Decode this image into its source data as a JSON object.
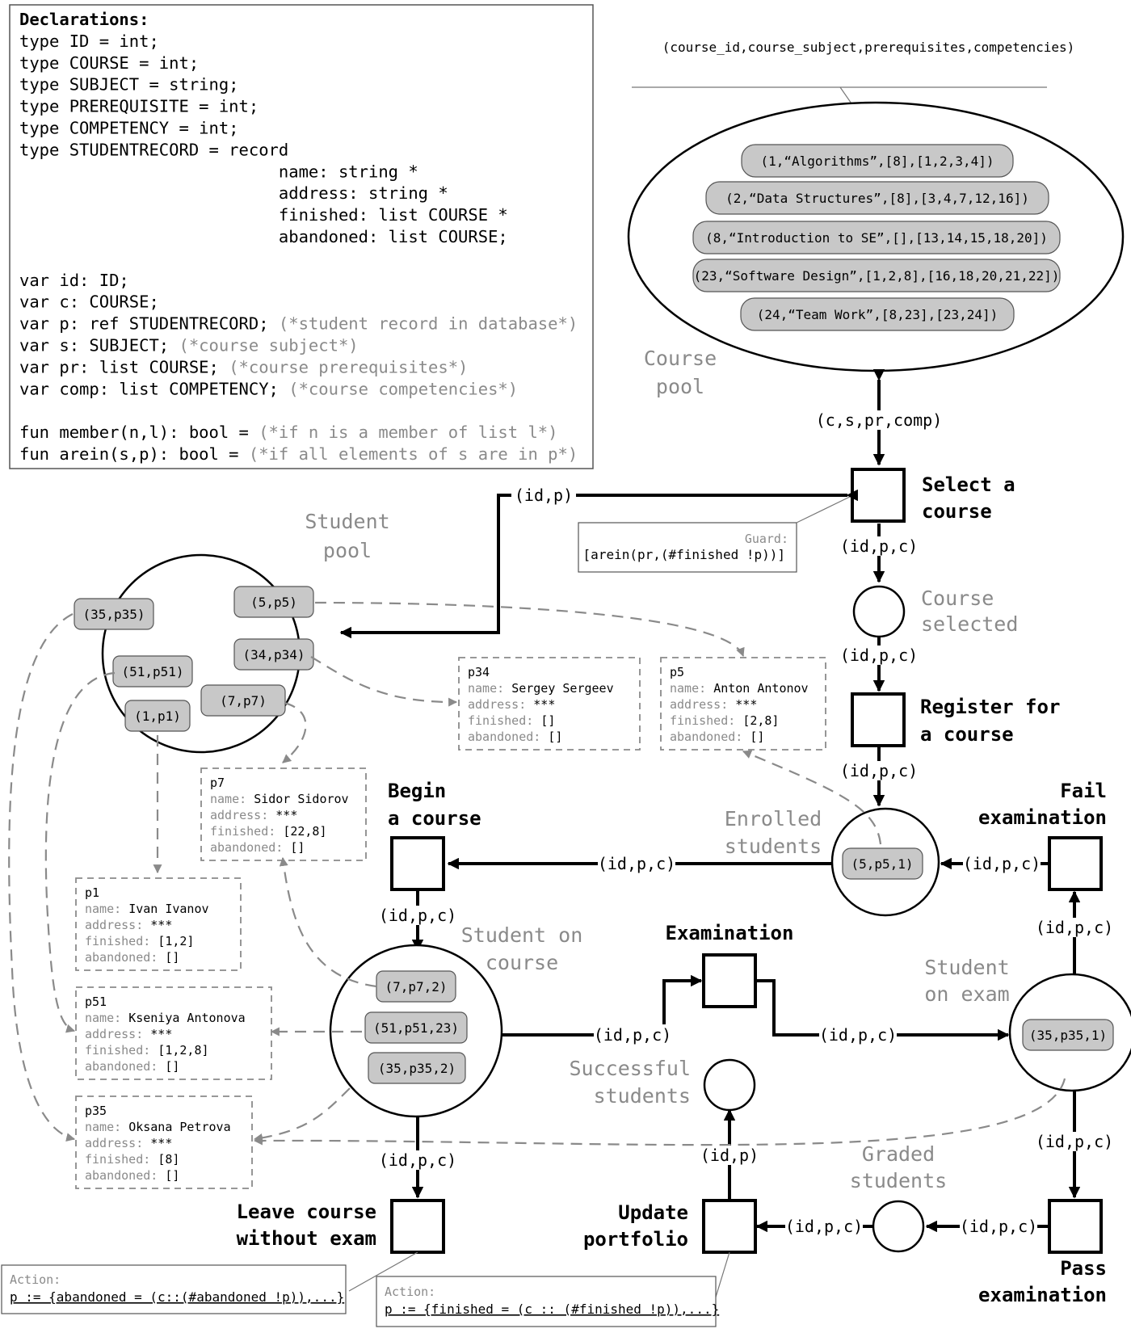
{
  "declarations": {
    "lines": [
      {
        "code": "Declarations:",
        "comment": ""
      },
      {
        "code": "type ID = int;",
        "comment": ""
      },
      {
        "code": "type COURSE = int;",
        "comment": ""
      },
      {
        "code": "type SUBJECT = string;",
        "comment": ""
      },
      {
        "code": "type PREREQUISITE = int;",
        "comment": ""
      },
      {
        "code": "type COMPETENCY = int;",
        "comment": ""
      },
      {
        "code": "type STUDENTRECORD = record",
        "comment": ""
      },
      {
        "code": "                          name: string *",
        "comment": ""
      },
      {
        "code": "                          address: string *",
        "comment": ""
      },
      {
        "code": "                          finished: list COURSE *",
        "comment": ""
      },
      {
        "code": "                          abandoned: list COURSE;",
        "comment": ""
      },
      {
        "code": "",
        "comment": ""
      },
      {
        "code": "var id: ID;",
        "comment": ""
      },
      {
        "code": "var c: COURSE;",
        "comment": ""
      },
      {
        "code": "var p: ref STUDENTRECORD; ",
        "comment": "(*student record in database*)"
      },
      {
        "code": "var s: SUBJECT; ",
        "comment": "(*course subject*)"
      },
      {
        "code": "var pr: list COURSE; ",
        "comment": "(*course prerequisites*)"
      },
      {
        "code": "var comp: list COMPETENCY; ",
        "comment": "(*course competencies*)"
      },
      {
        "code": "",
        "comment": ""
      },
      {
        "code": "fun member(n,l): bool = ",
        "comment": "(*if n is a member of list l*)"
      },
      {
        "code": "fun arein(s,p): bool = ",
        "comment": "(*if all elements of s are in p*)"
      }
    ]
  },
  "course_pool": {
    "header": "(course_id,course_subject,prerequisites,competencies)",
    "label_line1": "Course",
    "label_line2": "pool",
    "tokens": [
      "(1,“Algorithms”,[8],[1,2,3,4])",
      "(2,“Data Structures”,[8],[3,4,7,12,16])",
      "(8,“Introduction to SE”,[],[13,14,15,18,20])",
      "(23,“Software Design”,[1,2,8],[16,18,20,21,22])",
      "(24,“Team Work”,[8,23],[23,24])"
    ]
  },
  "student_pool": {
    "label_line1": "Student",
    "label_line2": "pool",
    "tokens": [
      "(35,p35)",
      "(5,p5)",
      "(34,p34)",
      "(51,p51)",
      "(7,p7)",
      "(1,p1)"
    ]
  },
  "places": {
    "course_selected": [
      "Course",
      "selected"
    ],
    "enrolled_students": [
      "Enrolled",
      "students"
    ],
    "enrolled_token": "(5,p5,1)",
    "student_on_course": [
      "Student on",
      "course"
    ],
    "student_on_course_tokens": [
      "(7,p7,2)",
      "(51,p51,23)",
      "(35,p35,2)"
    ],
    "student_on_exam": [
      "Student",
      "on exam"
    ],
    "student_on_exam_token": "(35,p35,1)",
    "successful_students": [
      "Successful",
      "students"
    ],
    "graded_students": [
      "Graded",
      "students"
    ]
  },
  "transitions": {
    "select_course": [
      "Select a",
      "course"
    ],
    "register_course": [
      "Register for",
      "a course"
    ],
    "begin_course": [
      "Begin",
      "a course"
    ],
    "fail_exam": [
      "Fail",
      "examination"
    ],
    "examination": [
      "Examination"
    ],
    "leave_course": [
      "Leave course",
      "without exam"
    ],
    "update_portfolio": [
      "Update",
      "portfolio"
    ],
    "pass_exam": [
      "Pass",
      "examination"
    ]
  },
  "arc_labels": {
    "c_s_pr_comp": "(c,s,pr,comp)",
    "id_p": "(id,p)",
    "id_p_c": "(id,p,c)"
  },
  "guard": {
    "title": "Guard:",
    "expr": "[arein(pr,(#finished !p))]"
  },
  "records": [
    {
      "id": "p34",
      "name": "Sergey Sergeev",
      "address": "***",
      "finished": "[]",
      "abandoned": "[]"
    },
    {
      "id": "p5",
      "name": "Anton Antonov",
      "address": "***",
      "finished": "[2,8]",
      "abandoned": "[]"
    },
    {
      "id": "p7",
      "name": "Sidor Sidorov",
      "address": "***",
      "finished": "[22,8]",
      "abandoned": "[]"
    },
    {
      "id": "p1",
      "name": "Ivan Ivanov",
      "address": "***",
      "finished": "[1,2]",
      "abandoned": "[]"
    },
    {
      "id": "p51",
      "name": "Kseniya Antonova",
      "address": "***",
      "finished": "[1,2,8]",
      "abandoned": "[]"
    },
    {
      "id": "p35",
      "name": "Oksana Petrova",
      "address": "***",
      "finished": "[8]",
      "abandoned": "[]"
    }
  ],
  "record_field_labels": {
    "name": "name: ",
    "address": "address: ",
    "finished": "finished: ",
    "abandoned": "abandoned: "
  },
  "actions": [
    {
      "title": "Action:",
      "expr": "p := {abandoned = (c::(#abandoned !p)),...}"
    },
    {
      "title": "Action:",
      "expr": "p := {finished = (c :: (#finished !p)),...}"
    }
  ]
}
